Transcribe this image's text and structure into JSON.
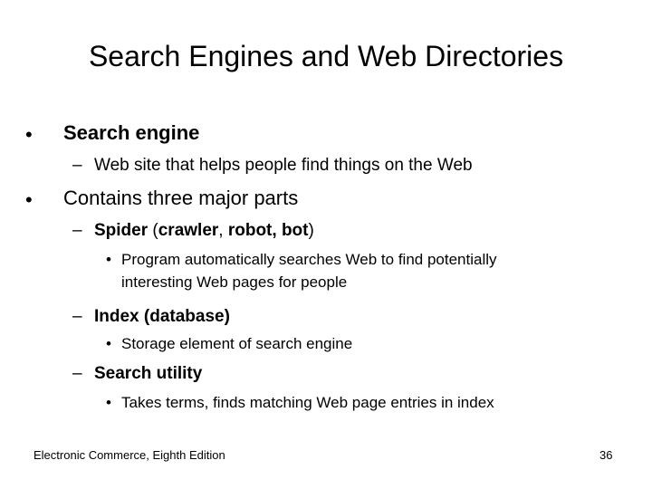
{
  "slide": {
    "title": "Search Engines and Web Directories",
    "bullets": [
      {
        "marker": "•",
        "text": "Search engine"
      },
      {
        "marker": "–",
        "text": "Web site that helps people find things on the Web"
      },
      {
        "marker": "•",
        "text": "Contains three major parts"
      },
      {
        "marker": "–",
        "parts": [
          "Spider",
          " (",
          "crawler",
          ", ",
          "robot, bot",
          ")"
        ]
      },
      {
        "marker": "•",
        "text": "Program automatically searches Web to find potentially",
        "text2": "interesting Web pages for people"
      },
      {
        "marker": "–",
        "text": "Index (database)"
      },
      {
        "marker": "•",
        "text": "Storage element of search engine"
      },
      {
        "marker": "–",
        "text": "Search utility"
      },
      {
        "marker": "•",
        "text": "Takes terms, finds matching Web page entries in index"
      }
    ]
  },
  "footer": {
    "book": "Electronic Commerce, Eighth Edition",
    "page_number": "36"
  }
}
